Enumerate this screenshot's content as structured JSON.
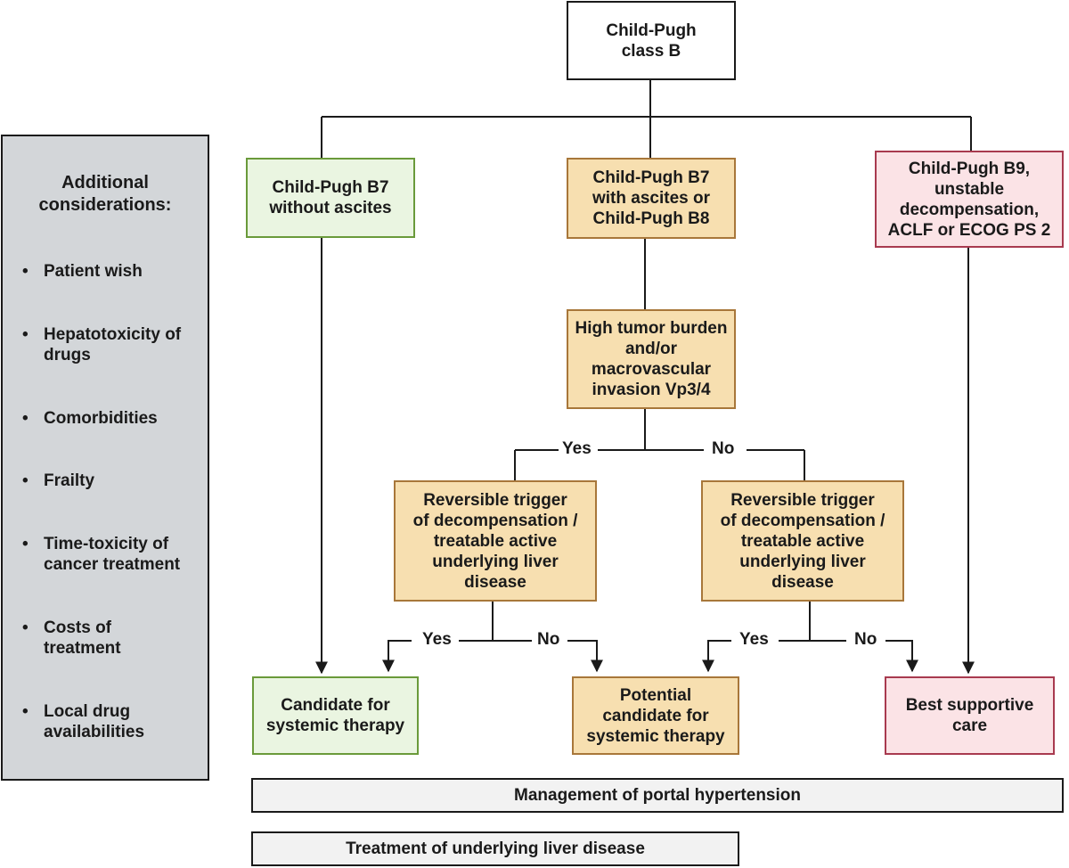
{
  "root": {
    "lines": [
      "Child-Pugh",
      "class B"
    ]
  },
  "branch_left": {
    "lines": [
      "Child-Pugh B7",
      "without ascites"
    ]
  },
  "branch_middle": {
    "lines": [
      "Child-Pugh B7",
      "with ascites or",
      "Child-Pugh B8"
    ]
  },
  "branch_right": {
    "lines": [
      "Child-Pugh B9,",
      "unstable",
      "decompensation,",
      "ACLF or ECOG PS 2"
    ]
  },
  "tumor_burden": {
    "lines": [
      "High tumor burden",
      "and/or",
      "macrovascular",
      "invasion Vp3/4"
    ]
  },
  "trigger_left": {
    "lines": [
      "Reversible trigger",
      "of decompensation /",
      "treatable active",
      "underlying liver",
      "disease"
    ]
  },
  "trigger_right": {
    "lines": [
      "Reversible trigger",
      "of decompensation /",
      "treatable active",
      "underlying liver",
      "disease"
    ]
  },
  "outcome_candidate": {
    "lines": [
      "Candidate for",
      "systemic therapy"
    ]
  },
  "outcome_potential": {
    "lines": [
      "Potential",
      "candidate for",
      "systemic therapy"
    ]
  },
  "outcome_supportive": {
    "lines": [
      "Best supportive",
      "care"
    ]
  },
  "labels": {
    "yes": "Yes",
    "no": "No"
  },
  "bottom_bars": [
    "Management of portal hypertension",
    "Treatment of underlying liver disease"
  ],
  "considerations": {
    "title_lines": [
      "Additional",
      "considerations:"
    ],
    "bullet": "•",
    "items": [
      {
        "lines": [
          "Patient wish"
        ]
      },
      {
        "lines": [
          "Hepatotoxicity of",
          "drugs"
        ]
      },
      {
        "lines": [
          "Comorbidities"
        ]
      },
      {
        "lines": [
          "Frailty"
        ]
      },
      {
        "lines": [
          "Time-toxicity of",
          "cancer treatment"
        ]
      },
      {
        "lines": [
          "Costs of",
          "treatment"
        ]
      },
      {
        "lines": [
          "Local drug",
          "availabilities"
        ]
      }
    ]
  },
  "colors": {
    "green_fill": "#eaf5e1",
    "green_border": "#6a9a3a",
    "tan_fill": "#f7dfb0",
    "tan_border": "#a8773a",
    "pink_fill": "#fbe3e6",
    "pink_border": "#a83a4f",
    "panel_fill": "#d3d6d9",
    "line": "#1a1a1a"
  }
}
